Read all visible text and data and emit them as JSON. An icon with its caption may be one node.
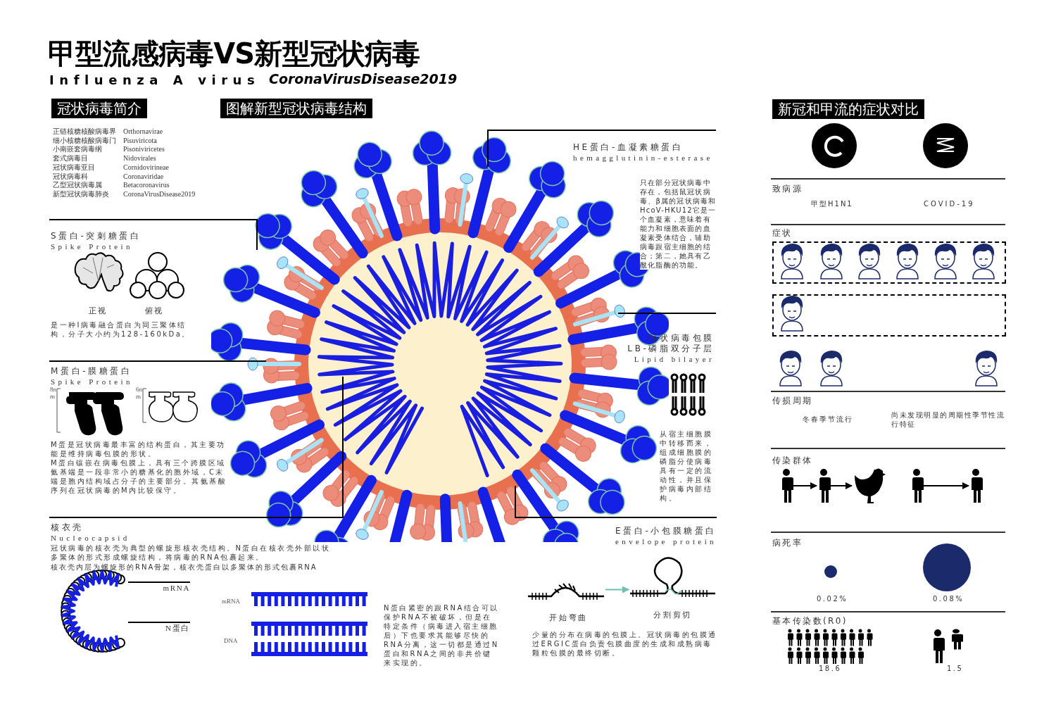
{
  "diagram": {
    "title": "甲型流感病毒VS新型冠状病毒",
    "nodes": [
      {
        "text": [
          "S蛋白-突刺糖蛋白",
          "Spike Protein",
          "正视",
          "俯视",
          "是一种I病毒融合蛋白为同三聚体结构，分子大小约为128-160kDa。"
        ]
      },
      {
        "text": [
          "M蛋白-膜糖蛋白",
          "Spike Protein",
          "M蛋是冠状病毒最丰富的结构蛋白，其主要功能是维持病毒包膜的形状。",
          "M蛋白镶嵌在病毒包膜上，具有三个跨膜区域氨基端是一段非常小的糖基化的胞外域，C末端是胞内结构域占分子的主要部分。其氨基酸序列在冠状病毒的M内比较保守。"
        ]
      },
      {
        "text": [
          "核衣壳",
          "Nucleocapsid",
          "冠状病毒的核衣壳为典型的螺旋形核衣壳结构。N蛋白在核衣壳外部以状多聚体的形式形成螺旋结构，将病毒的RNA包裹起来。",
          "核衣壳内层为螺旋形的RNA骨架，核衣壳蛋白以多聚体的形式包裹RNA"
        ]
      },
      {
        "text": [
          "mRNA"
        ]
      },
      {
        "text": [
          "N蛋白"
        ]
      },
      {
        "text": [
          "HE蛋白-血凝素糖蛋白",
          "hemagglutinin-esterase",
          "只在部分冠状病毒中存在，包括鼠冠状病毒、β属的冠状病毒和HcoV-HKU12它是一个血凝素，意味着有能力和细胞表面的血凝素受体结合，辅助病毒跟宿主细胞的结合；第二，她具有乙酰化脂酶的功能。"
        ]
      },
      {
        "text": [
          "冠状病毒包膜",
          "LB-磷脂双分子层",
          "Lipid bilayer",
          "从宿主细胞膜中转移而来，组成细胞膜的磷脂分使病毒具有一定的流动性，并且保护病毒内部结构。"
        ]
      },
      {
        "text": [
          "E蛋白-小包膜糖蛋白",
          "envelope protein",
          "少量的分布在病毒的包膜上。冠状病毒的包膜通过ERGIC蛋白负责包膜曲度的生成和成熟病毒颗粒包膜的最终切断。"
        ]
      },
      {
        "text": [],
        "shape": "picture"
      },
      {
        "text": [],
        "shape": "picture"
      },
      {
        "text": [],
        "shape": "person"
      },
      {
        "text": [],
        "shape": "person"
      },
      {
        "text": [],
        "shape": "picture"
      },
      {
        "text": [],
        "shape": "person"
      },
      {
        "text": [],
        "shape": "person"
      },
      {
        "text": [],
        "shape": "picture"
      }
    ],
    "edges": [
      {
        "from": 0,
        "to": null,
        "arrow": "none"
      },
      {
        "from": 1,
        "to": null,
        "arrow": "none"
      },
      {
        "from": 2,
        "to": null,
        "arrow": "none"
      },
      {
        "from": 5,
        "to": null,
        "arrow": "none"
      },
      {
        "from": 6,
        "to": null,
        "arrow": "none"
      },
      {
        "from": 7,
        "to": null,
        "arrow": "none"
      },
      {
        "from": 3,
        "to": 15,
        "arrow": "none"
      },
      {
        "from": 4,
        "to": 15,
        "arrow": "none"
      },
      {
        "from": 8,
        "to": 9,
        "arrow": "to",
        "color": "#6fbfae"
      },
      {
        "from": 10,
        "to": 11,
        "arrow": "to"
      },
      {
        "from": 11,
        "to": 12,
        "arrow": "to"
      },
      {
        "from": 13,
        "to": 14,
        "arrow": "to"
      }
    ],
    "labels": [
      "Influenza A virus",
      "CoronaVirusDisease2019",
      "冠状病毒简介",
      "正链核糖核酸病毒界",
      "Orthornavirae",
      "细小核糖核酸病毒门",
      "Pisuviricota",
      "小南嵌套病毒纲",
      "Pisoniviricetes",
      "套式病毒目",
      "Nidovirales",
      "冠状病毒亚目",
      "Cornidovirineae",
      "冠状病毒科",
      "Coronaviridae",
      "乙型冠状病毒属",
      "Betacoronavirus",
      "新型冠状病毒肺炎",
      "CoronaVirusDisease2019",
      "图解新型冠状病毒结构",
      "8nm",
      "6nm",
      "mRNA",
      "DNA",
      "N蛋白紧密的跟RNA结合可以保护RNA不被破坏，但是在特定条件（病毒进入宿主细胞后）下也要求其能够尽快的RNA分离，这一切都是通过N蛋白和RNA之间的非共价键来实现的。",
      "开始弯曲",
      "分割剪切",
      "新冠和甲流的症状对比",
      "致病源",
      "甲型H1N1",
      "COVID-19",
      "症状",
      "传损周期",
      "冬春季节流行",
      "尚未发现明显的周期性季节性流行特征",
      "传染群体",
      "病死率",
      "0.02%",
      "0.08%",
      "基本传染数(R0)",
      "18.6",
      "1.5"
    ]
  }
}
